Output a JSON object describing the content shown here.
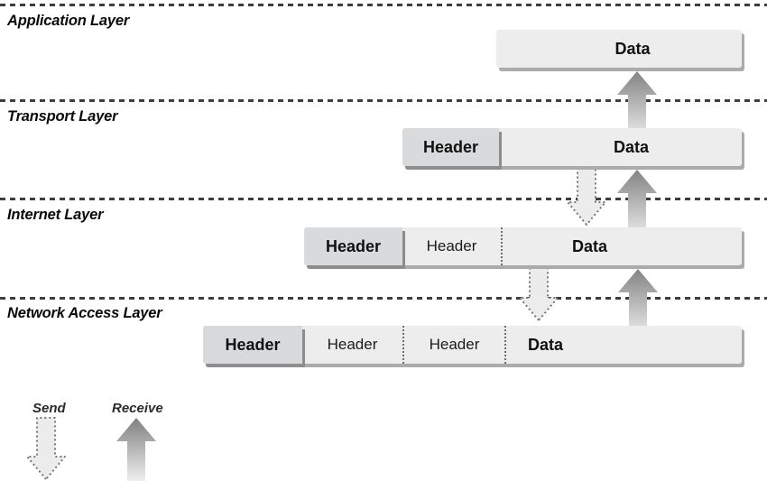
{
  "diagram": {
    "layers": [
      {
        "name": "Application Layer",
        "segments": [
          {
            "label": "Data"
          }
        ]
      },
      {
        "name": "Transport Layer",
        "segments": [
          {
            "label": "Header"
          },
          {
            "label": "Data"
          }
        ]
      },
      {
        "name": "Internet Layer",
        "segments": [
          {
            "label": "Header"
          },
          {
            "label": "Header"
          },
          {
            "label": "Data"
          }
        ]
      },
      {
        "name": "Network Access Layer",
        "segments": [
          {
            "label": "Header"
          },
          {
            "label": "Header"
          },
          {
            "label": "Header"
          },
          {
            "label": "Data"
          }
        ]
      }
    ],
    "legend": {
      "send": "Send",
      "receive": "Receive"
    },
    "colors": {
      "box_fill": "#ededed",
      "header_fill": "#d9dadb",
      "box_shadow": "#ababab",
      "header_shadow": "#8d8d8d",
      "boundary_line": "#3e3e3e",
      "receive_arrow_dark": "#838383",
      "receive_arrow_light": "#dcdcdc",
      "send_arrow_fill": "#ececec",
      "send_arrow_stroke": "#777777"
    }
  }
}
